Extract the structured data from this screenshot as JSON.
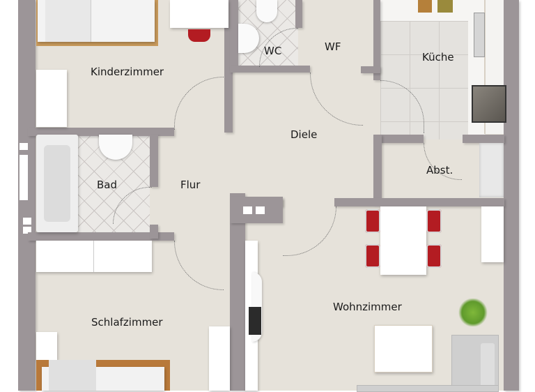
{
  "floorplan": {
    "rooms": [
      {
        "id": "kinderzimmer",
        "label": "Kinderzimmer"
      },
      {
        "id": "wc",
        "label": "WC"
      },
      {
        "id": "wf",
        "label": "WF"
      },
      {
        "id": "kueche",
        "label": "Küche"
      },
      {
        "id": "diele",
        "label": "Diele"
      },
      {
        "id": "bad",
        "label": "Bad"
      },
      {
        "id": "flur",
        "label": "Flur"
      },
      {
        "id": "abst",
        "label": "Abst."
      },
      {
        "id": "schlafzimmer",
        "label": "Schlafzimmer"
      },
      {
        "id": "wohnzimmer",
        "label": "Wohnzimmer"
      }
    ],
    "colors": {
      "wall": "#9c9598",
      "floor": "#e6e2da",
      "tile": "#ebe9e6",
      "chair": "#b31c22",
      "plant": "#5f9a2c",
      "bed_frame": "#b8793a"
    }
  }
}
